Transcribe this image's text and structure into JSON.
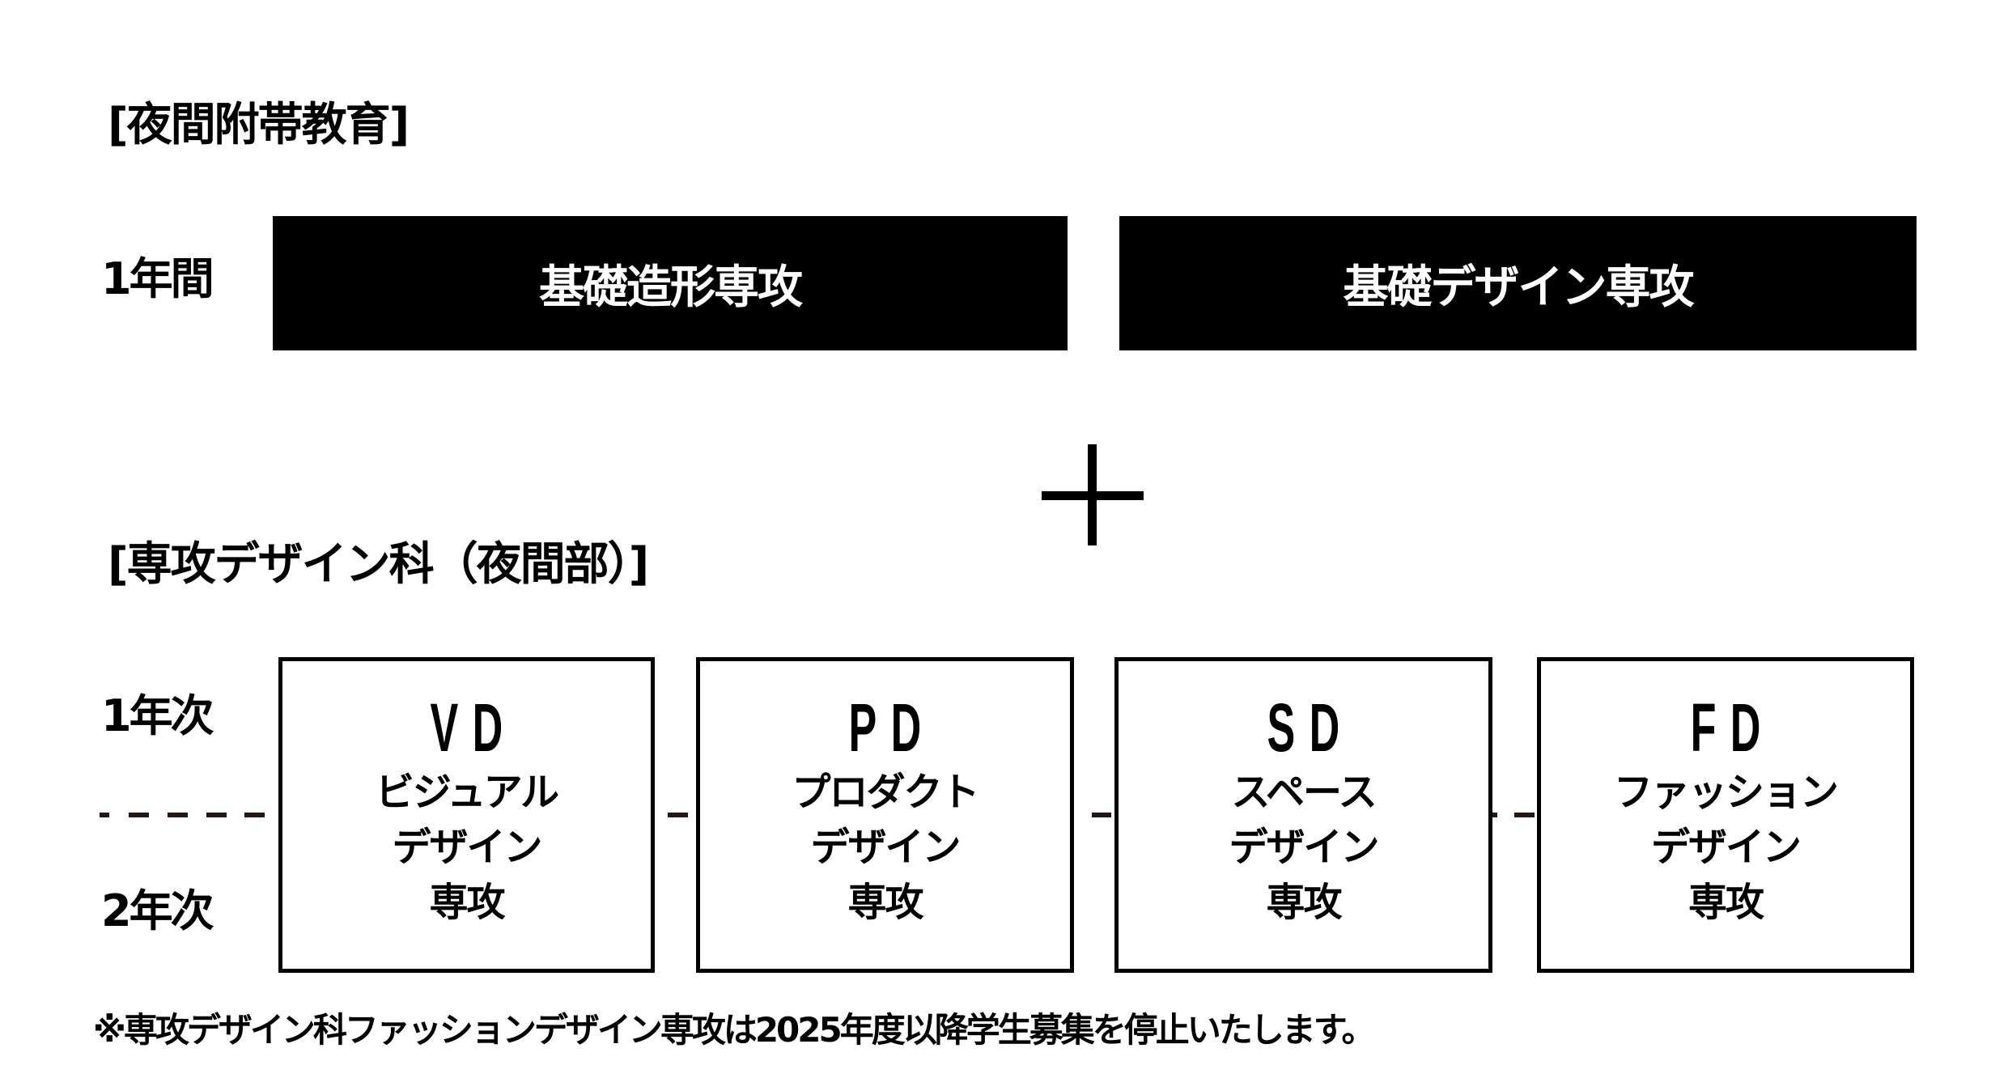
{
  "night_program": {
    "heading": "[夜間附帯教育]",
    "duration_label": "1年間",
    "courses": [
      {
        "label": "基礎造形専攻"
      },
      {
        "label": "基礎デザイン専攻"
      }
    ]
  },
  "connector": {
    "icon": "plus-icon"
  },
  "design_department": {
    "heading": "[専攻デザイン科（夜間部）]",
    "year_labels": {
      "first": "1年次",
      "second": "2年次"
    },
    "majors": [
      {
        "abbr": "VD",
        "lines": [
          "ビジュアル",
          "デザイン",
          "専攻"
        ]
      },
      {
        "abbr": "PD",
        "lines": [
          "プロダクト",
          "デザイン",
          "専攻"
        ]
      },
      {
        "abbr": "SD",
        "lines": [
          "スペース",
          "デザイン",
          "専攻"
        ]
      },
      {
        "abbr": "FD",
        "lines": [
          "ファッション",
          "デザイン",
          "専攻"
        ]
      }
    ]
  },
  "footnote": "※専攻デザイン科ファッションデザイン専攻は2025年度以降学生募集を停止いたします。",
  "colors": {
    "background": "#ffffff",
    "box_fill": "#000000",
    "box_text": "#ffffff",
    "dash": "#231815"
  }
}
